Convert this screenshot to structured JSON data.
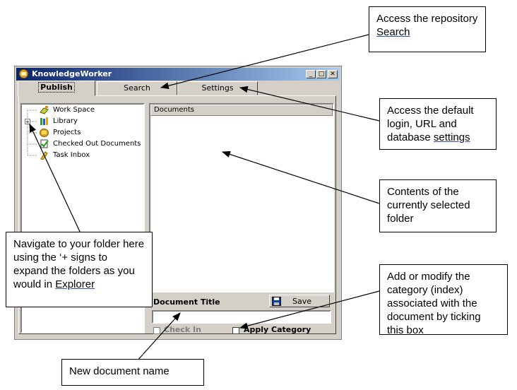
{
  "window": {
    "title": "KnowledgeWorker",
    "controls": {
      "minimize": "_",
      "maximize": "□",
      "close": "✕"
    }
  },
  "tabs": [
    {
      "label": "Publish",
      "active": true
    },
    {
      "label": "Search",
      "active": false
    },
    {
      "label": "Settings",
      "active": false
    }
  ],
  "tree": {
    "items": [
      {
        "label": "Work Space",
        "icon": "workspace-icon",
        "expandable": false
      },
      {
        "label": "Library",
        "icon": "library-icon",
        "expandable": true,
        "expander": "+"
      },
      {
        "label": "Projects",
        "icon": "projects-icon",
        "expandable": false
      },
      {
        "label": "Checked Out Documents",
        "icon": "checked-out-icon",
        "expandable": false
      },
      {
        "label": "Task Inbox",
        "icon": "task-inbox-icon",
        "expandable": false
      }
    ]
  },
  "documents": {
    "header": "Documents"
  },
  "footer": {
    "document_title_label": "Document Title",
    "save_label": "Save",
    "checkin_label": "Check In",
    "apply_category_label": "Apply Category"
  },
  "callouts": {
    "search": {
      "prefix": "Access the repository ",
      "link": "Search"
    },
    "settings": {
      "prefix": "Access the default login, URL and database ",
      "link": "settings"
    },
    "contents": {
      "text": "Contents of the currently selected folder"
    },
    "navigate": {
      "prefix": "Navigate to your folder here using the ‘+ signs to expand the folders as you would in ",
      "link": "Explorer"
    },
    "category": {
      "text": "Add or modify the category (index) associated with the document by ticking this box"
    },
    "docname": {
      "text": "New document name"
    }
  }
}
